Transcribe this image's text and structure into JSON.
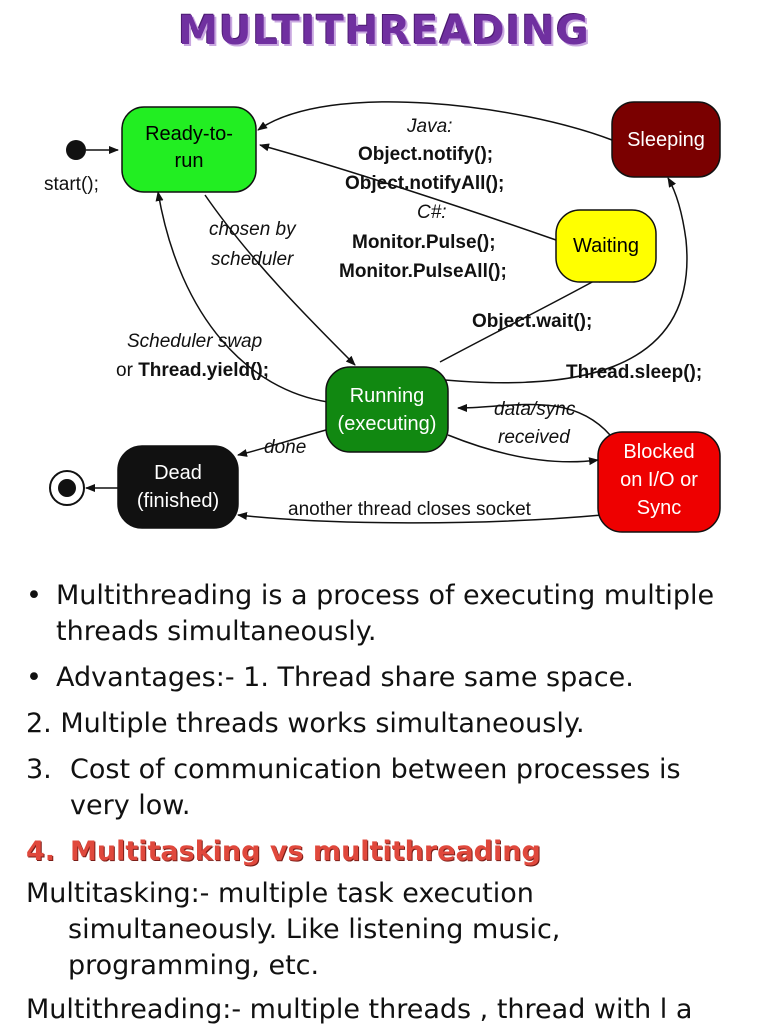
{
  "title": "MULTITHREADING",
  "diagram": {
    "nodes": {
      "ready": [
        "Ready-to-",
        "run"
      ],
      "sleeping": "Sleeping",
      "waiting": "Waiting",
      "running": [
        "Running",
        "(executing)"
      ],
      "dead": [
        "Dead",
        "(finished)"
      ],
      "blocked": [
        "Blocked",
        "on I/O or",
        "Sync"
      ]
    },
    "labels": {
      "start": "start();",
      "java": "Java:",
      "notify": "Object.notify();",
      "notifyAll": "Object.notifyAll();",
      "csharp": "C#:",
      "pulse": "Monitor.Pulse();",
      "pulseAll": "Monitor.PulseAll();",
      "chosen1": "chosen by",
      "chosen2": "scheduler",
      "wait": "Object.wait();",
      "swap1": "Scheduler swap",
      "swap2_prefix": "or ",
      "swap2_bold": "Thread.yield();",
      "sleep": "Thread.sleep();",
      "done": "done",
      "data1": "data/sync",
      "data2": "received",
      "closes": "another thread closes socket"
    },
    "colors": {
      "ready": "#22ee22",
      "sleeping": "#7a0000",
      "waiting": "#ffff00",
      "running": "#118811",
      "dead": "#111111",
      "blocked": "#ee0000"
    }
  },
  "text": {
    "b1": "Multithreading is a process of executing multiple threads simultaneously.",
    "b2": "Advantages:-  1. Thread share same space.",
    "l2": "2. Multiple threads works simultaneously.",
    "l3n": "3.",
    "l3": "Cost of communication between processes is very low.",
    "h4n": "4.",
    "h4": "Multitasking vs multithreading",
    "p1": "Multitasking:- multiple task execution simultaneously. Like listening music, programming, etc.",
    "p2": "Multithreading:- multiple threads , thread with l a"
  }
}
